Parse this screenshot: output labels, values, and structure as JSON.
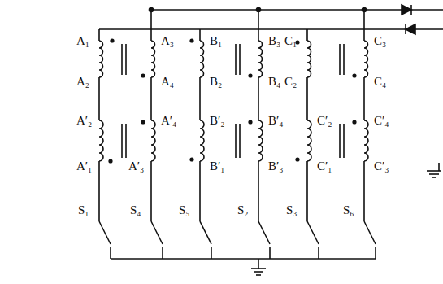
{
  "diagram": {
    "labels": [
      "A₁",
      "A₂",
      "A′₂",
      "A′₁",
      "A₃",
      "A₄",
      "A′₄",
      "A′₃",
      "B₁",
      "B₂",
      "B′₂",
      "B′₁",
      "B₃",
      "B₄",
      "B′₄",
      "B′₃",
      "C₁",
      "C₂",
      "C′₂",
      "C′₁",
      "C₃",
      "C₄",
      "C′₄",
      "C′₃",
      "S₁",
      "S₄",
      "S₅",
      "S₂",
      "S₃",
      "S₆"
    ]
  }
}
